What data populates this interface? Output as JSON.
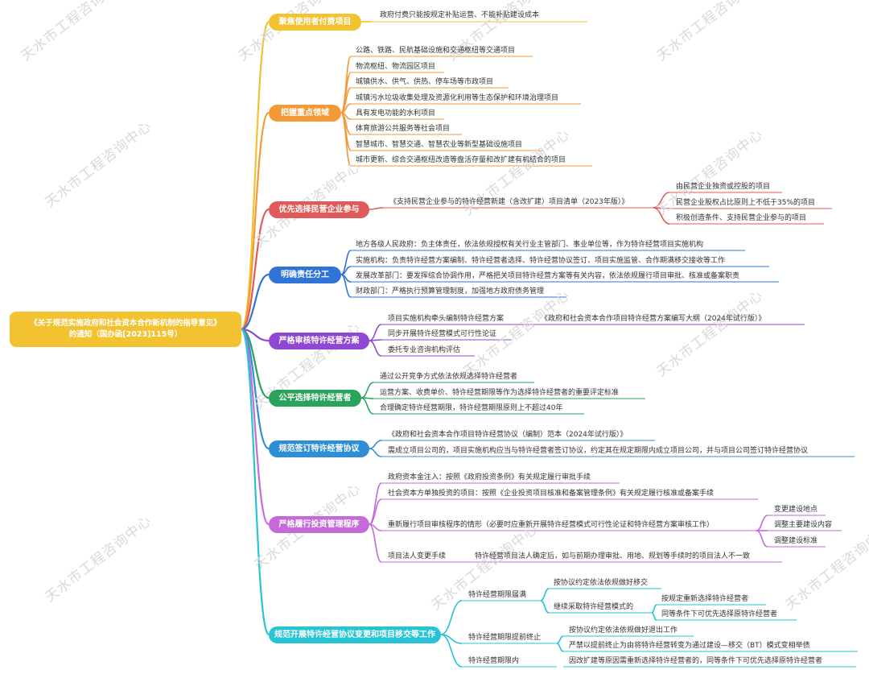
{
  "watermark": "天水市工程咨询中心",
  "root": {
    "line1": "《关于规范实施政府和社会资本合作新机制的指导意见》",
    "line2": "的通知（国办函[2023]115号）"
  },
  "colors": {
    "b1": "#f2c230",
    "b2": "#f29a38",
    "b3": "#e05a5a",
    "b4": "#2f74d6",
    "b5": "#9147d1",
    "b6": "#29a35a",
    "b7": "#2f8fd6",
    "b8": "#c46ad9",
    "b9": "#26c4d4"
  },
  "branches": {
    "b1": {
      "label": "聚焦使用者付费项目",
      "items": [
        "政府付费只能按规定补贴运营、不能补贴建设成本"
      ]
    },
    "b2": {
      "label": "把握重点领域",
      "items": [
        "公路、铁路、民航基础设施和交通枢纽等交通项目",
        "物流枢纽、物流园区项目",
        "城镇供水、供气、供热、停车场等市政项目",
        "城镇污水垃圾收集处理及资源化利用等生态保护和环境治理项目",
        "具有发电功能的水利项目",
        "体育旅游公共服务等社会项目",
        "智慧城市、智慧交通、智慧农业等新型基础设施项目",
        "城市更新、综合交通枢纽改造等盘活存量和改扩建有机结合的项目"
      ]
    },
    "b3": {
      "label": "优先选择民营企业参与",
      "item": "《支持民营企业参与的特许经营新建（含改扩建）项目清单（2023年版）》",
      "subs": [
        "由民营企业独资或控股的项目",
        "民营企业股权占比原则上不低于35%的项目",
        "积极创造条件、支持民营企业参与的项目"
      ]
    },
    "b4": {
      "label": "明确责任分工",
      "items": [
        "地方各级人民政府：负主体责任，依法依规授权有关行业主管部门、事业单位等，作为特许经营项目实施机构",
        "实施机构：负责特许经营方案编制、特许经营者选择、特许经营协议签订、项目实施监管、合作期满移交接收等工作",
        "发展改革部门：要发挥综合协调作用，严格把关项目特许经营方案等有关内容，依法依规履行项目审批、核准或备案职责",
        "财政部门：严格执行预算管理制度，加强地方政府债务管理"
      ]
    },
    "b5": {
      "label": "严格审核特许经营方案",
      "items": [
        "项目实施机构牵头编制特许经营方案",
        "同步开展特许经营模式可行性论证",
        "委托专业咨询机构评估"
      ],
      "ref": "《政府和社会资本合作项目特许经营方案编写大纲（2024年试行版）》"
    },
    "b6": {
      "label": "公平选择特许经营者",
      "items": [
        "通过公开竞争方式依法依规选择特许经营者",
        "运营方案、收费单价、特许经营期限等作为选择特许经营者的重要评定标准",
        "合理确定特许经营期限，特许经营期限原则上不超过40年"
      ]
    },
    "b7": {
      "label": "规范签订特许经营协议",
      "items": [
        "《政府和社会资本合作项目特许经营协议（编制）范本（2024年试行版）》",
        "需成立项目公司的，项目实施机构应当与特许经营者签订协议，约定其在规定期限内成立项目公司，并与项目公司签订特许经营协议"
      ]
    },
    "b8": {
      "label": "严格履行投资管理程序",
      "items": [
        "政府资本金注入：按照《政府投资条例》有关规定履行审批手续",
        "社会资本方单独投资的项目：按照《企业投资项目核准和备案管理条例》有关规定履行核准或备案手续",
        "重新履行项目审核程序的情形（必要时应重新开展特许经营模式可行性论证和特许经营方案审核工作）",
        "项目法人变更手续"
      ],
      "subs": [
        "变更建设地点",
        "调整主要建设内容",
        "调整建设标准"
      ],
      "note": "特许经营项目法人确定后，如与前期办理审批、用地、规划等手续时的项目法人不一致"
    },
    "b9": {
      "label": "规范开展特许经营协议变更和项目移交等工作",
      "items": [
        "特许经营期限届满",
        "特许经营期限提前终止",
        "特许经营期限内"
      ],
      "expire": [
        "按协议约定依法依规做好移交",
        "继续采取特许经营模式的"
      ],
      "continue": [
        "按规定重新选择特许经营者",
        "同等条件下可优先选择原特许经营者"
      ],
      "terminate": [
        "按协议约定依法依规做好退出工作",
        "严禁以提前终止为由将特许经营转变为通过建设—移交（BT）模式变相举债"
      ],
      "within": "因改扩建等原因需重新选择特许经营者的，同等条件下可优先选择原特许经营者"
    }
  }
}
